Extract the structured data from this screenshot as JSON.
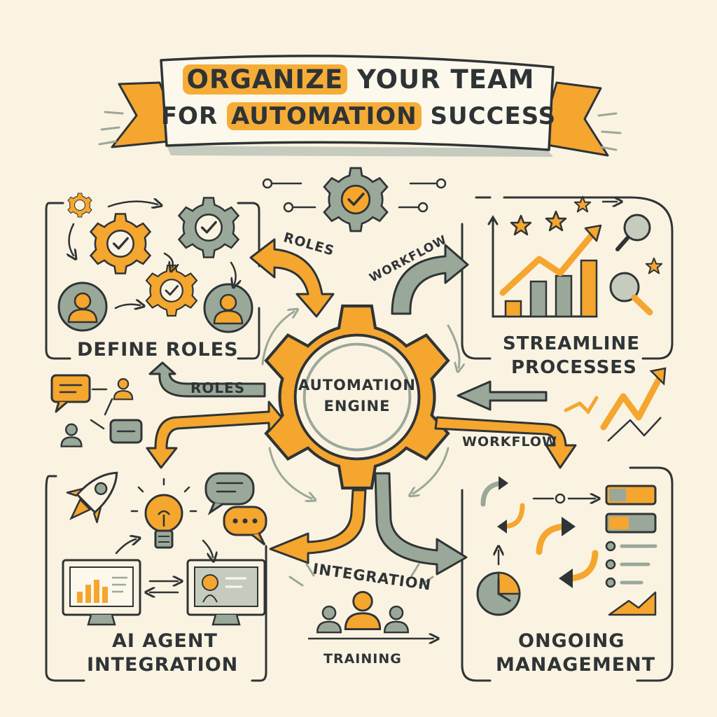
{
  "colors": {
    "background": "#fbf3e2",
    "orange": "#f4a62f",
    "sage": "#9aa89a",
    "ink": "#2f3436"
  },
  "title": {
    "highlight": "ORGANIZE",
    "line1_rest": " YOUR TEAM",
    "line2_prefix": "FOR ",
    "line2_highlight": "AUTOMATION",
    "line2_rest": " SUCCESS"
  },
  "center": {
    "line1": "AUTOMATION",
    "line2": "ENGINE"
  },
  "sections": {
    "define_roles": "DEFINE ROLES",
    "streamline_line1": "STREAMLINE",
    "streamline_line2": "PROCESSES",
    "ai_line1": "AI AGENT",
    "ai_line2": "INTEGRATION",
    "ongoing_line1": "ONGOING",
    "ongoing_line2": "MANAGEMENT"
  },
  "arrow_labels": {
    "roles_top": "ROLES",
    "workflow_top": "WORKFLOW",
    "roles_left": "ROLES",
    "workflow_right": "WORKFLOW",
    "integration": "INTEGRATION",
    "training": "TRAINING"
  },
  "icons": [
    "gear-icon",
    "check-icon",
    "user-icon",
    "chart-icon",
    "star-icon",
    "magnifier-icon",
    "chat-bubble-icon",
    "rocket-icon",
    "lightbulb-icon",
    "monitor-icon",
    "cycle-icon",
    "clock-icon",
    "team-icon",
    "list-icon"
  ]
}
